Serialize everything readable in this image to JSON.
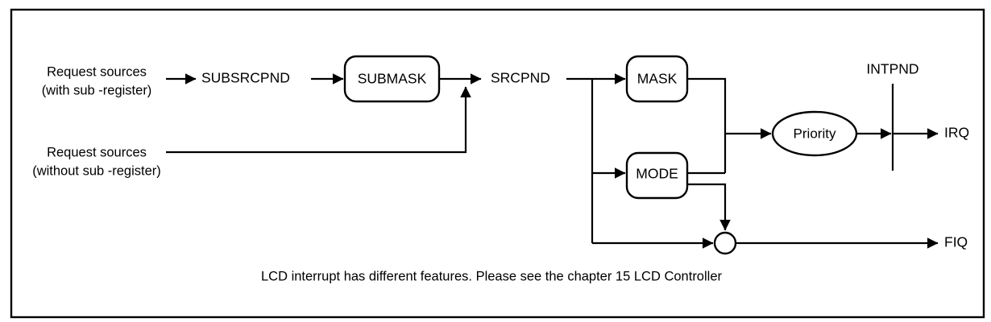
{
  "diagram": {
    "title_caption": "LCD interrupt has different features. Please see the chapter 15 LCD Controller",
    "colors": {
      "stroke": "#000000",
      "fill": "#ffffff",
      "background": "#ffffff"
    },
    "sources": {
      "with_sub_line1": "Request sources",
      "with_sub_line2": "(with sub -register)",
      "without_sub_line1": "Request sources",
      "without_sub_line2": "(without sub -register)"
    },
    "signals": {
      "subsrcpnd": "SUBSRCPND",
      "srcpnd": "SRCPND",
      "intpnd": "INTPND"
    },
    "blocks": [
      {
        "id": "submask",
        "label": "SUBMASK",
        "shape": "rounded-rect"
      },
      {
        "id": "mask",
        "label": "MASK",
        "shape": "rounded-rect"
      },
      {
        "id": "mode",
        "label": "MODE",
        "shape": "rounded-rect"
      },
      {
        "id": "priority",
        "label": "Priority",
        "shape": "ellipse"
      }
    ],
    "junction": {
      "id": "fiq-junction",
      "label": "",
      "shape": "circle"
    },
    "outputs": {
      "irq": "IRQ",
      "fiq": "FIQ"
    }
  }
}
